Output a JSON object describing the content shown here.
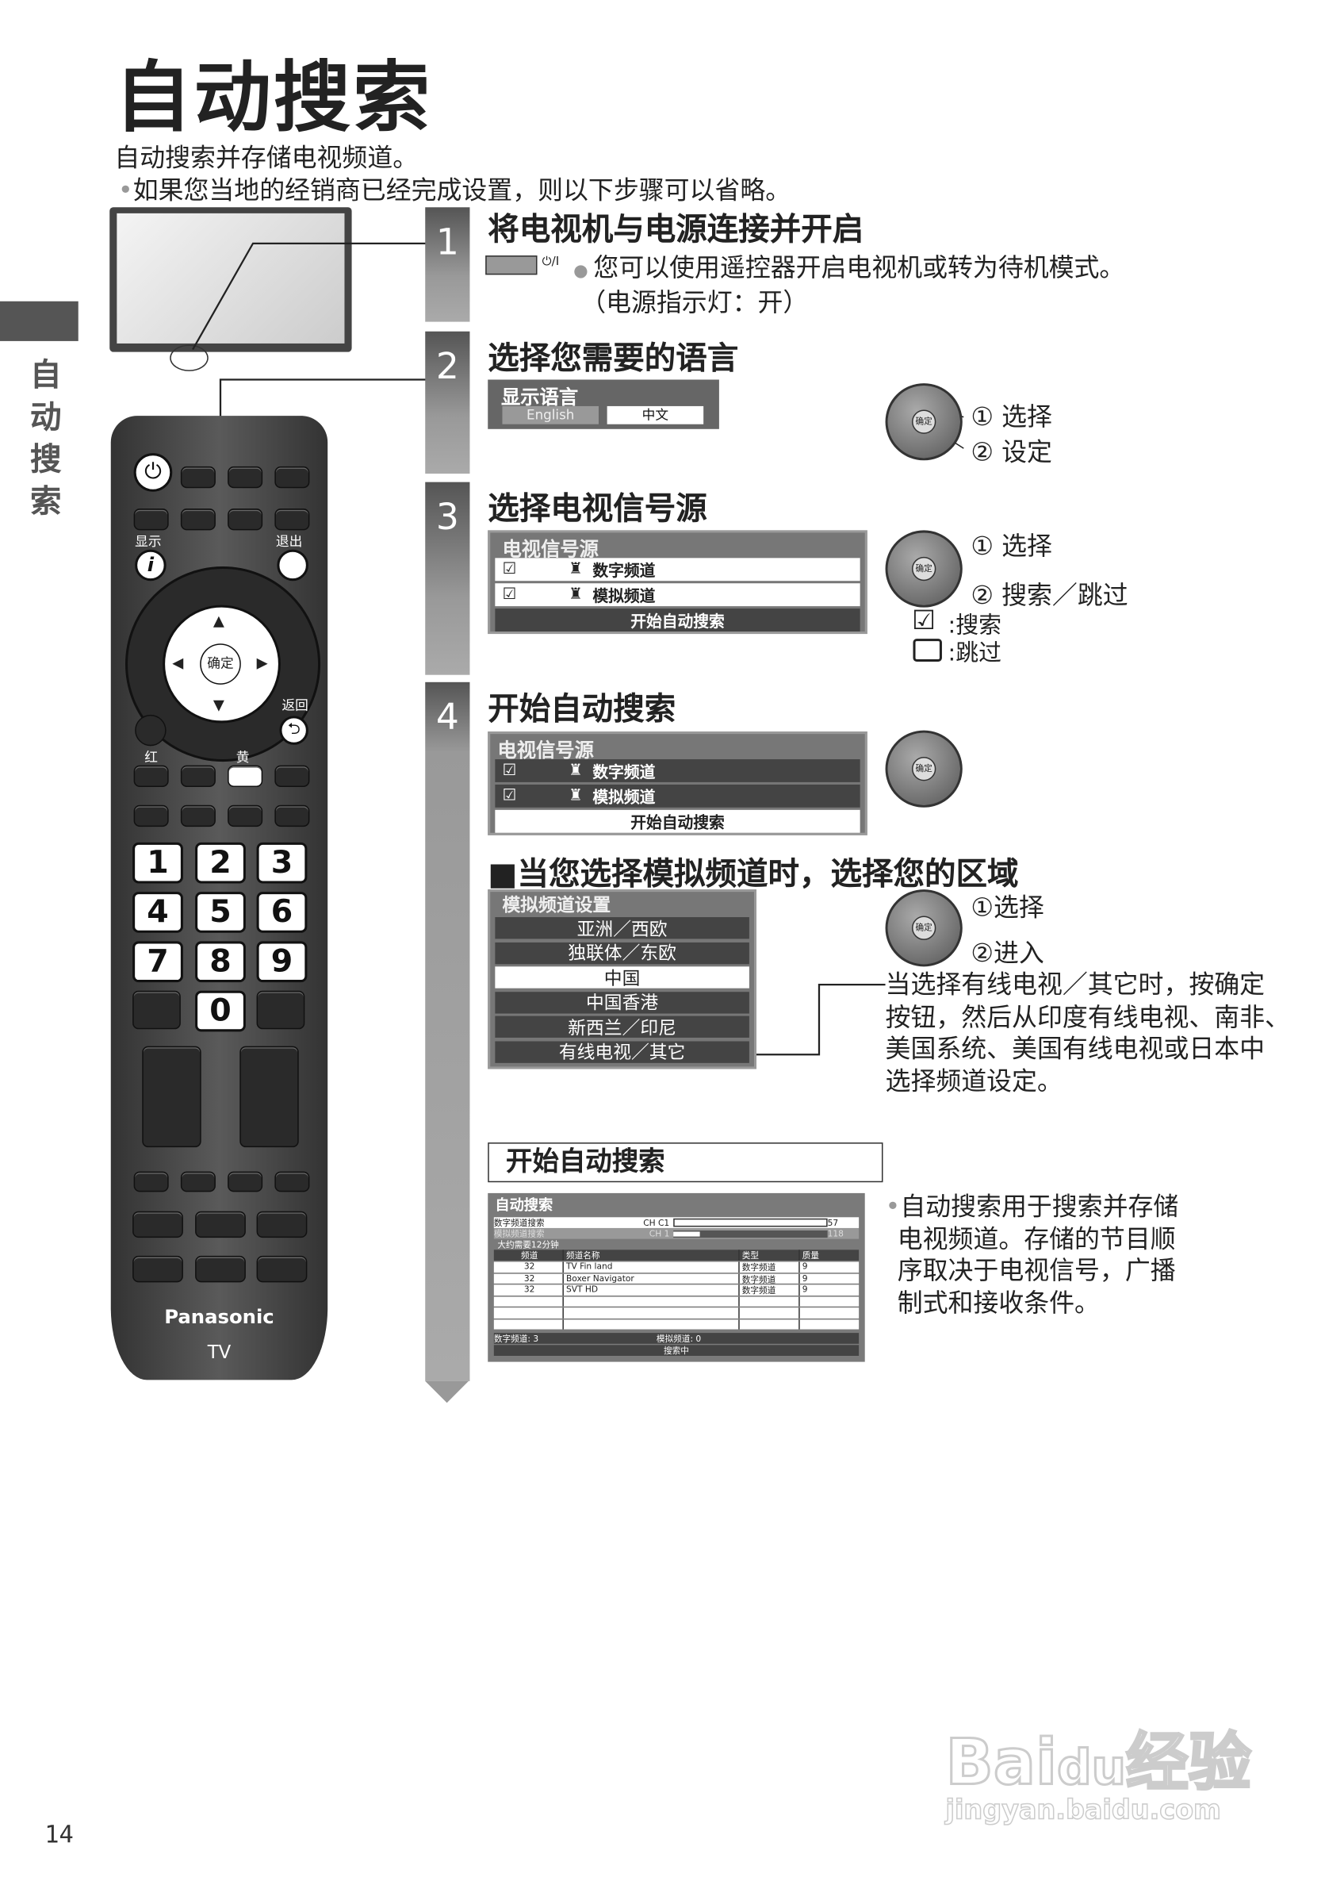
{
  "page_title": "自动搜索",
  "intro": "自动搜索并存储电视频道。",
  "intro_note": "如果您当地的经销商已经完成设置，则以下步骤可以省略。",
  "side_tab": "自动搜索",
  "remote": {
    "labels": {
      "display": "显示",
      "exit": "退出",
      "ok": "确定",
      "return": "返回",
      "red": "红",
      "yellow": "黄"
    },
    "numbers": [
      "1",
      "2",
      "3",
      "4",
      "5",
      "6",
      "7",
      "8",
      "9",
      "0"
    ],
    "brand": "Panasonic",
    "model": "TV"
  },
  "steps": [
    {
      "number": "1",
      "title": "将电视机与电源连接并开启",
      "power_label": "⏻/I",
      "note": "您可以使用遥控器开启电视机或转为待机模式。",
      "note2": "（电源指示灯：开）"
    },
    {
      "number": "2",
      "title": "选择您需要的语言",
      "menu": {
        "title": "显示语言",
        "options": [
          "English",
          "中文"
        ],
        "selected": "中文"
      },
      "select_label": "① 选择",
      "confirm_label": "② 设定"
    },
    {
      "number": "3",
      "title": "选择电视信号源",
      "menu": {
        "title": "电视信号源",
        "items": [
          "数字频道",
          "模拟频道"
        ],
        "action": "开始自动搜索"
      },
      "select_label": "① 选择",
      "confirm_label": "② 搜索／跳过",
      "legend_search": ":搜索",
      "legend_skip": ":跳过"
    },
    {
      "number": "4",
      "title": "开始自动搜索",
      "menu": {
        "title": "电视信号源",
        "items": [
          "数字频道",
          "模拟频道"
        ],
        "action": "开始自动搜索"
      },
      "region_heading": "■当您选择模拟频道时，选择您的区域",
      "region_menu": {
        "title": "模拟频道设置",
        "items": [
          "亚洲／西欧",
          "独联体／东欧",
          "中国",
          "中国香港",
          "新西兰／印尼",
          "有线电视／其它"
        ],
        "selected": "中国"
      },
      "select_label": "①选择",
      "confirm_label": "②进入",
      "region_note": [
        "当选择有线电视／其它时，按确定",
        "按钮，然后从印度有线电视、南非、",
        "美国系统、美国有线电视或日本中",
        "选择频道设定。"
      ],
      "start_box": "开始自动搜索",
      "scan_screen": {
        "title": "自动搜索",
        "digital_label": "数字频道搜索",
        "digital_ch": "CH C1",
        "digital_end": "57",
        "digital_progress": 0,
        "analog_label": "模拟频道搜索",
        "analog_ch": "CH 1",
        "analog_end": "118",
        "analog_progress": 0.17,
        "eta": "大约需要12分钟",
        "columns": [
          "频道",
          "频道名称",
          "类型",
          "质量"
        ],
        "rows": [
          [
            "32",
            "TV Fin land",
            "数字频道",
            "9"
          ],
          [
            "32",
            "Boxer Navigator",
            "数字频道",
            "9"
          ],
          [
            "32",
            "SVT HD",
            "数字频道",
            "9"
          ]
        ],
        "digital_count": "数字频道: 3",
        "analog_count": "模拟频道: 0",
        "status": "搜索中"
      },
      "scan_note": [
        "自动搜索用于搜索并存储",
        "电视频道。存储的节目顺",
        "序取决于电视信号，广播",
        "制式和接收条件。"
      ]
    }
  ],
  "page_number": "14",
  "watermark": {
    "logo": "Bai du 经验",
    "url": "jingyan.baidu.com"
  }
}
